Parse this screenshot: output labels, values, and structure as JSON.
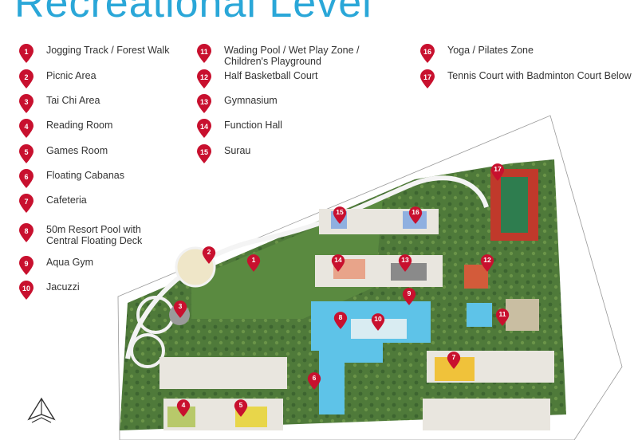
{
  "title": "Recreational Level",
  "legend": [
    {
      "num": "1",
      "label": "Jogging Track / Forest Walk"
    },
    {
      "num": "2",
      "label": "Picnic Area"
    },
    {
      "num": "3",
      "label": "Tai Chi Area"
    },
    {
      "num": "4",
      "label": "Reading Room"
    },
    {
      "num": "5",
      "label": "Games Room"
    },
    {
      "num": "6",
      "label": "Floating Cabanas"
    },
    {
      "num": "7",
      "label": "Cafeteria"
    },
    {
      "num": "8",
      "label": "50m Resort Pool with",
      "label2": "Central Floating Deck"
    },
    {
      "num": "9",
      "label": "Aqua Gym"
    },
    {
      "num": "10",
      "label": "Jacuzzi"
    },
    {
      "num": "11",
      "label": "Wading Pool / Wet Play Zone /",
      "label2": "Children's Playground"
    },
    {
      "num": "12",
      "label": "Half Basketball Court"
    },
    {
      "num": "13",
      "label": "Gymnasium"
    },
    {
      "num": "14",
      "label": "Function Hall"
    },
    {
      "num": "15",
      "label": "Surau"
    },
    {
      "num": "16",
      "label": "Yoga / Pilates Zone"
    },
    {
      "num": "17",
      "label": "Tennis Court with Badminton Court Below"
    }
  ],
  "map_pins": [
    "1",
    "2",
    "3",
    "4",
    "5",
    "6",
    "7",
    "8",
    "9",
    "10",
    "11",
    "12",
    "13",
    "14",
    "15",
    "16",
    "17"
  ],
  "colors": {
    "title": "#2aa7d8",
    "pin": "#c8102e",
    "grass": "#4f7a3a",
    "pool": "#5ec3e8",
    "building": "#e9e6df",
    "tennis": "#c0392b",
    "court_green": "#2e7d4f",
    "path": "#c9c9c9"
  },
  "icons": [
    "map-pin-icon",
    "compass-icon"
  ]
}
